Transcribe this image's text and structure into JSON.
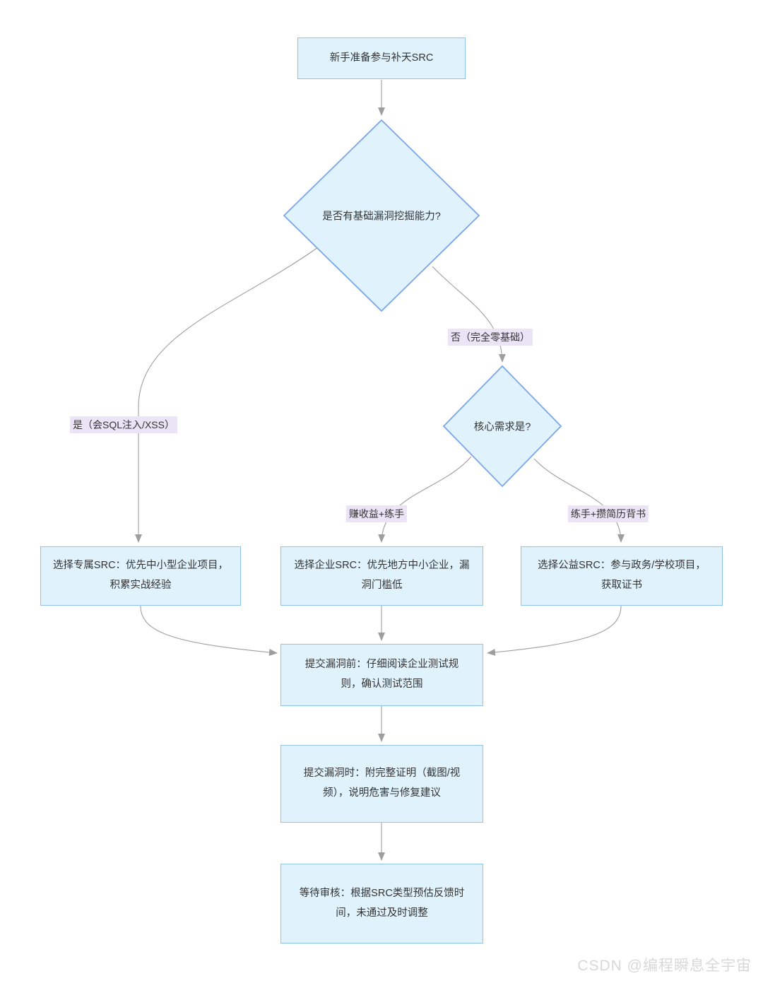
{
  "diagram_type": "flowchart-top-down",
  "nodes": {
    "start": {
      "shape": "rect",
      "label": "新手准备参与补天SRC"
    },
    "decision_skill": {
      "shape": "diamond",
      "label": "是否有基础漏洞挖掘能力?"
    },
    "decision_need": {
      "shape": "diamond",
      "label": "核心需求是?"
    },
    "choose_exclusive": {
      "shape": "rect",
      "label": "选择专属SRC：优先中小型企业项目，\n积累实战经验"
    },
    "choose_enterprise": {
      "shape": "rect",
      "label": "选择企业SRC：优先地方中小企业，漏\n洞门槛低"
    },
    "choose_public": {
      "shape": "rect",
      "label": "选择公益SRC：参与政务/学校项目，\n获取证书"
    },
    "before_submit": {
      "shape": "rect",
      "label": "提交漏洞前：仔细阅读企业测试规\n则，确认测试范围"
    },
    "when_submit": {
      "shape": "rect",
      "label": "提交漏洞时：附完整证明（截图/视\n频），说明危害与修复建议"
    },
    "wait_review": {
      "shape": "rect",
      "label": "等待审核：根据SRC类型预估反馈时\n间，未通过及时调整"
    }
  },
  "edges": [
    {
      "from": "start",
      "to": "decision_skill",
      "label": ""
    },
    {
      "from": "decision_skill",
      "to": "choose_exclusive",
      "label": "是（会SQL注入/XSS）"
    },
    {
      "from": "decision_skill",
      "to": "decision_need",
      "label": "否（完全零基础）"
    },
    {
      "from": "decision_need",
      "to": "choose_enterprise",
      "label": "赚收益+练手"
    },
    {
      "from": "decision_need",
      "to": "choose_public",
      "label": "练手+攒简历背书"
    },
    {
      "from": "choose_exclusive",
      "to": "before_submit",
      "label": ""
    },
    {
      "from": "choose_enterprise",
      "to": "before_submit",
      "label": ""
    },
    {
      "from": "choose_public",
      "to": "before_submit",
      "label": ""
    },
    {
      "from": "before_submit",
      "to": "when_submit",
      "label": ""
    },
    {
      "from": "when_submit",
      "to": "wait_review",
      "label": ""
    }
  ],
  "watermark": "CSDN @编程瞬息全宇宙",
  "colors": {
    "node_fill": "#e0f3fd",
    "rect_stroke": "#90c3ef",
    "diamond_stroke": "#7aa6e9",
    "edge_stroke": "#9e9e9e",
    "edge_label_bg": "#eae4f6",
    "text": "#333333"
  }
}
